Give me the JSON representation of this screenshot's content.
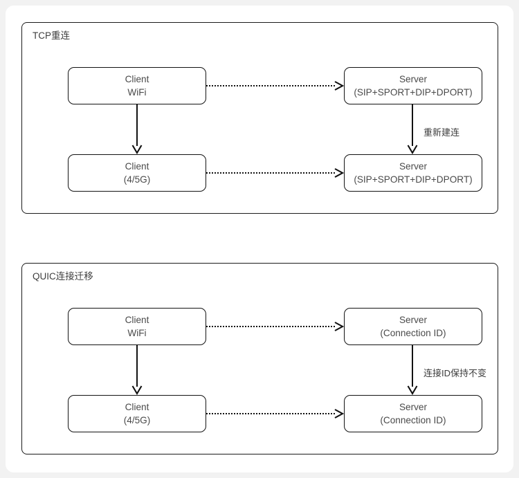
{
  "diagram": {
    "title_text_color": "#3d3d3d",
    "node_text_color": "#4a4a4a",
    "line_color": "#111111",
    "panels": [
      {
        "key": "tcp",
        "title": "TCP重连",
        "nodes": [
          {
            "key": "client-wifi",
            "line1": "Client",
            "line2": "WiFi"
          },
          {
            "key": "server-tuple",
            "line1": "Server",
            "line2": "(SIP+SPORT+DIP+DPORT)"
          },
          {
            "key": "client-mobile",
            "line1": "Client",
            "line2": "(4/5G)"
          },
          {
            "key": "server-tuple-2",
            "line1": "Server",
            "line2": "(SIP+SPORT+DIP+DPORT)"
          }
        ],
        "edge_label": "重新建连"
      },
      {
        "key": "quic",
        "title": "QUIC连接迁移",
        "nodes": [
          {
            "key": "client-wifi",
            "line1": "Client",
            "line2": "WiFi"
          },
          {
            "key": "server-cid",
            "line1": "Server",
            "line2": "(Connection ID)"
          },
          {
            "key": "client-mobile",
            "line1": "Client",
            "line2": "(4/5G)"
          },
          {
            "key": "server-cid-2",
            "line1": "Server",
            "line2": "(Connection ID)"
          }
        ],
        "edge_label": "连接ID保持不变"
      }
    ]
  }
}
